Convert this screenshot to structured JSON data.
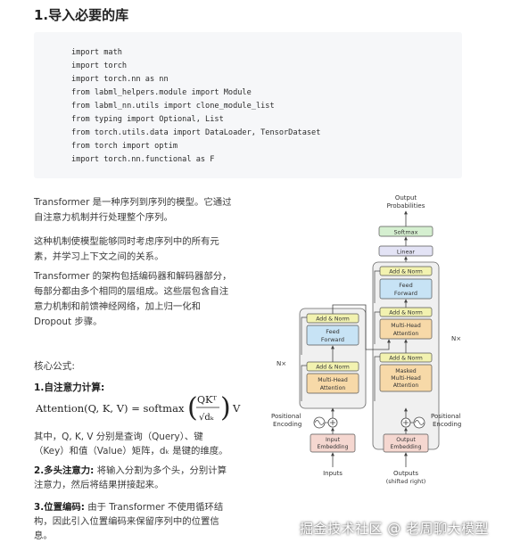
{
  "heading": "1.导入必要的库",
  "code_lines": [
    "import math",
    "import torch",
    "import torch.nn as nn",
    "from labml_helpers.module import Module",
    "from labml_nn.utils import clone_module_list",
    "from typing import Optional, List",
    "from torch.utils.data import DataLoader, TensorDataset",
    "from torch import optim",
    "import torch.nn.functional as F"
  ],
  "paragraphs": [
    [
      "Transformer 是一种序列到序列的模型。它通过",
      "自注意力机制并行处理整个序列。"
    ],
    [
      "这种机制使模型能够同时考虑序列中的所有元",
      "素，并学习上下文之间的关系。"
    ],
    [
      "Transformer 的架构包括编码器和解码器部分，",
      "每部分都由多个相同的层组成。这些层包含自注",
      "意力机制和前馈神经网络，加上归一化和",
      "Dropout 步骤。"
    ]
  ],
  "formula_label": "核心公式:",
  "section1": {
    "title": "1.自注意力计算:",
    "formula": {
      "lhs": "Attention(Q, K, V) = softmax",
      "numerator": "QKᵀ",
      "denominator": "√dₖ",
      "rhs": "V"
    },
    "lines": [
      "其中，Q, K, V 分别是查询（Query）、键",
      "（Key）和值（Value）矩阵，dₖ 是键的维度。"
    ]
  },
  "section2": {
    "title": "2.多头注意力:",
    "lines": [
      "将输入分割为多个头，分别计算",
      "注意力，然后将结果拼接起来。"
    ]
  },
  "section3": {
    "title": "3.位置编码:",
    "lines": [
      "由于 Transformer 不使用循环结",
      "构，因此引入位置编码来保留序列中的位置信",
      "息。"
    ]
  },
  "diagram": {
    "output_probabilities": [
      "Output",
      "Probabilities"
    ],
    "softmax": "Softmax",
    "linear": "Linear",
    "add_norm": "Add & Norm",
    "feed_forward": [
      "Feed",
      "Forward"
    ],
    "multi_head_attention": [
      "Multi-Head",
      "Attention"
    ],
    "masked_mha": [
      "Masked",
      "Multi-Head",
      "Attention"
    ],
    "nx": "N×",
    "positional_encoding": [
      "Positional",
      "Encoding"
    ],
    "input_embedding": [
      "Input",
      "Embedding"
    ],
    "output_embedding": [
      "Output",
      "Embedding"
    ],
    "inputs": "Inputs",
    "outputs": [
      "Outputs",
      "(shifted right)"
    ],
    "colors": {
      "add_norm": "#f2f2b0",
      "feed_forward": "#c7e3f5",
      "attention": "#f7d9a8",
      "embedding": "#f5d7d0",
      "linear": "#e3e3f5",
      "softmax": "#d5efd0"
    }
  },
  "watermark": "掘金技术社区 @ 老周聊大模型"
}
